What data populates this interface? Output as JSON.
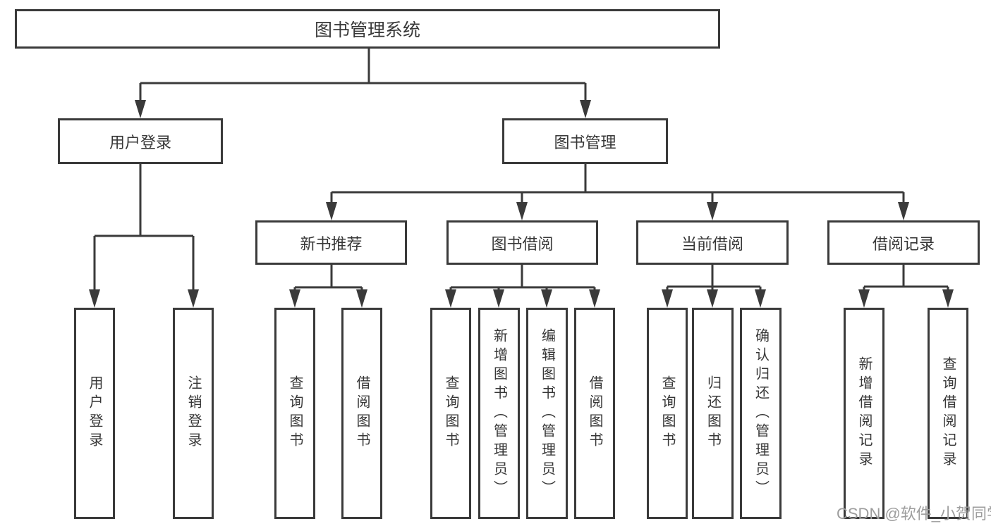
{
  "diagram": {
    "title": "图书管理系统",
    "root": {
      "label": "图书管理系统"
    },
    "level2": [
      {
        "label": "用户登录"
      },
      {
        "label": "图书管理"
      }
    ],
    "level3": [
      {
        "label": "新书推荐"
      },
      {
        "label": "图书借阅"
      },
      {
        "label": "当前借阅"
      },
      {
        "label": "借阅记录"
      }
    ],
    "leaves": [
      {
        "label": "用户登录"
      },
      {
        "label": "注销登录"
      },
      {
        "label": "查询图书"
      },
      {
        "label": "借阅图书"
      },
      {
        "label": "查询图书"
      },
      {
        "label": "新增图书（管理员）"
      },
      {
        "label": "编辑图书（管理员）"
      },
      {
        "label": "借阅图书"
      },
      {
        "label": "查询图书"
      },
      {
        "label": "归还图书"
      },
      {
        "label": "确认归还（管理员）"
      },
      {
        "label": "新增借阅记录"
      },
      {
        "label": "查询借阅记录"
      }
    ]
  },
  "watermark": {
    "text": "CSDN @软件_小贺同学"
  },
  "colors": {
    "line": "#3a3a3a",
    "border": "#3a3a3a",
    "text": "#373737",
    "watermark": "#9d9d9d",
    "background": "#ffffff"
  }
}
